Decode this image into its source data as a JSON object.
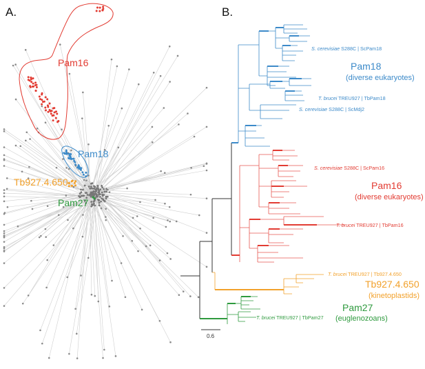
{
  "panels": {
    "a_label": "A.",
    "b_label": "B."
  },
  "network": {
    "clusters": {
      "pam16": "Pam16",
      "pam18": "Pam18",
      "tb927": "Tb927.4.650",
      "pam27": "Pam27"
    }
  },
  "tree": {
    "leaves": {
      "sc_pam18": {
        "species": "S. cerevisiae",
        "rest": " S288C | ScPam18"
      },
      "tb_pam18": {
        "species": "T. brucei",
        "rest": " TREU927 | TbPam18"
      },
      "sc_mdj2": {
        "species": "S. cerevisiae",
        "rest": " S288C | ScMdj2"
      },
      "sc_pam16": {
        "species": "S. cerevisiae",
        "rest": " S288C | ScPam16"
      },
      "tb_pam16": {
        "species": "T. brucei",
        "rest": " TREU927 | TbPam16"
      },
      "tb_4650": {
        "species": "T. brucei",
        "rest": " TREU927 | Tb927.4.650"
      },
      "tb_pam27": {
        "species": "T. brucei",
        "rest": " TREU927 | TbPam27"
      }
    },
    "clades": {
      "pam18": {
        "name": "Pam18",
        "sub": "(diverse eukaryotes)"
      },
      "pam16": {
        "name": "Pam16",
        "sub": "(diverse eukaryotes)"
      },
      "tb927": {
        "name": "Tb927.4.650",
        "sub": "(kinetoplastids)"
      },
      "pam27": {
        "name": "Pam27",
        "sub": "(euglenozoans)"
      }
    },
    "scale_bar": "0.6"
  },
  "colors": {
    "pam16": "#e23b32",
    "pam18": "#3c8ac9",
    "tb927": "#f2a12b",
    "pam27": "#2e9a3e",
    "gray": "#8a8a8a",
    "black": "#333333"
  }
}
